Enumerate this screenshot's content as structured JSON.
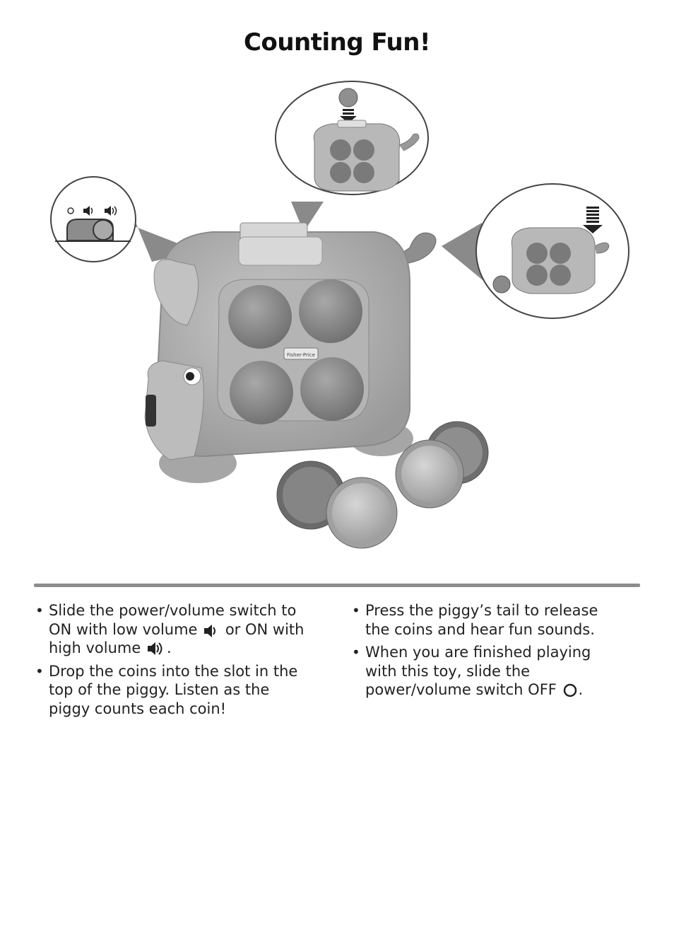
{
  "title": "Counting Fun!",
  "illustration": {
    "logo_text": "Fisher-Price",
    "icons": [
      "off-circle-icon",
      "low-volume-icon",
      "high-volume-icon",
      "down-arrow-icon"
    ]
  },
  "instructions": {
    "left": [
      {
        "parts": [
          "Slide the power/volume switch to ON with low volume ",
          " or ON with high volume ",
          "."
        ],
        "icons": [
          "low-volume-icon",
          "high-volume-icon"
        ]
      },
      {
        "text": "Drop the coins into the slot in the top of the piggy. Listen as the piggy counts each coin!"
      }
    ],
    "right": [
      {
        "text": "Press the piggy’s tail to release the coins and hear fun sounds."
      },
      {
        "parts": [
          "When you are finished playing with this toy, slide the power/volume switch OFF ",
          "."
        ],
        "icons": [
          "off-circle-icon"
        ]
      }
    ]
  }
}
